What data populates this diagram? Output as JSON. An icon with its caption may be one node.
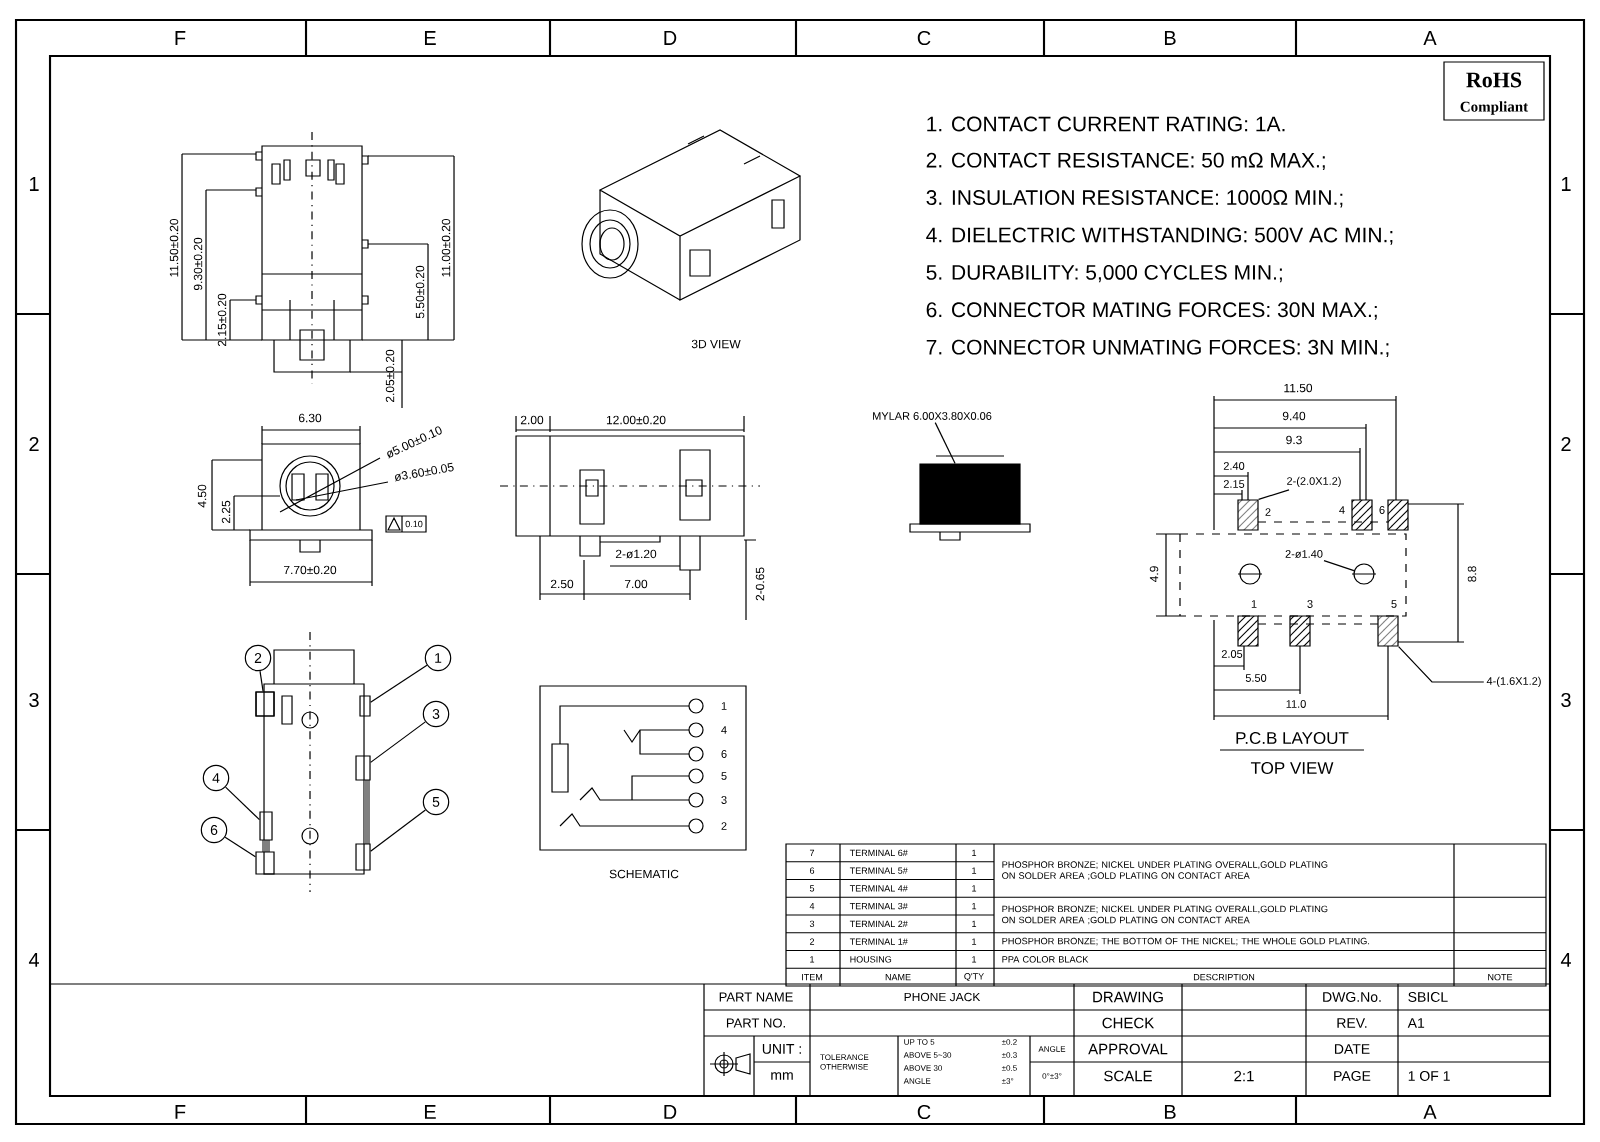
{
  "diagram": {
    "nodes": [
      {
        "text": [
          "2"
        ]
      },
      {
        "text": [
          "1"
        ]
      },
      {
        "text": [
          "3"
        ]
      },
      {
        "text": [
          "4"
        ]
      },
      {
        "text": [
          "5"
        ]
      },
      {
        "text": [
          "6"
        ]
      },
      {
        "text": [
          "MYLAR 6.00X3.80X0.06"
        ]
      },
      {
        "text": [
          "2-(2.0X1.2)"
        ]
      },
      {
        "text": [
          "2-ø1.40"
        ]
      },
      {
        "text": [
          "4-(1.6X1.2)"
        ]
      },
      {
        "text": [],
        "shape": "box"
      },
      {
        "text": [],
        "shape": "box"
      },
      {
        "text": [],
        "shape": "box"
      },
      {
        "text": [],
        "shape": "box"
      },
      {
        "text": [],
        "shape": "box"
      },
      {
        "text": [],
        "shape": "box"
      },
      {
        "text": [],
        "shape": "box"
      },
      {
        "text": [],
        "shape": "box"
      },
      {
        "text": [],
        "shape": "circle"
      },
      {
        "text": [],
        "shape": "box"
      }
    ],
    "edges": [
      {
        "from": 0,
        "to": 10,
        "arrow": "none"
      },
      {
        "from": 1,
        "to": 11,
        "arrow": "none"
      },
      {
        "from": 2,
        "to": 12,
        "arrow": "none"
      },
      {
        "from": 3,
        "to": 13,
        "arrow": "none"
      },
      {
        "from": 4,
        "to": 14,
        "arrow": "none"
      },
      {
        "from": 5,
        "to": 15,
        "arrow": "none"
      },
      {
        "from": 6,
        "to": 16,
        "arrow": "none"
      },
      {
        "from": 7,
        "to": 17,
        "arrow": "none"
      },
      {
        "from": 8,
        "to": 18,
        "arrow": "none"
      },
      {
        "from": 9,
        "to": 19,
        "arrow": "none"
      }
    ],
    "labels": [
      "F",
      "E",
      "D",
      "C",
      "B",
      "A",
      "1",
      "2",
      "3",
      "4",
      "1",
      "2",
      "3",
      "4",
      "RoHS",
      "Compliant",
      "1. CONTACT CURRENT RATING: 1A.",
      "2. CONTACT RESISTANCE: 50 mΩ MAX.;",
      "3. INSULATION RESISTANCE: 1000Ω MIN.;",
      "4. DIELECTRIC WITHSTANDING: 500V AC MIN.;",
      "5. DURABILITY: 5,000 CYCLES MIN.;",
      "6. CONNECTOR MATING FORCES: 30N MAX.;",
      "7. CONNECTOR UNMATING FORCES: 3N MIN.;",
      "11.50±0.20",
      "9.30±0.20",
      "2.15±0.20",
      "11.00±0.20",
      "5.50±0.20",
      "2.05±0.20",
      "3D VIEW",
      "6.30",
      "ø5.00±0.10",
      "ø3.60±0.05",
      "4.50",
      "2.25",
      "0.10",
      "7.70±0.20",
      "2.00",
      "12.00±0.20",
      "2-ø1.20",
      "2.50",
      "7.00",
      "2-0.65",
      "11.50",
      "9.40",
      "9.3",
      "2.40",
      "2.15",
      "2",
      "4",
      "6",
      "4.9",
      "8.8",
      "1",
      "3",
      "5",
      "2.05",
      "5.50",
      "11.0",
      "P.C.B LAYOUT",
      "TOP VIEW",
      "1",
      "4",
      "6",
      "5",
      "3",
      "2",
      "SCHEMATIC",
      "7",
      "TERMINAL 6#",
      "1",
      "PHOSPHOR BRONZE; NICKEL UNDER PLATING OVERALL,GOLD PLATING ON SOLDER AREA ;GOLD PLATING ON CONTACT AREA",
      "6",
      "TERMINAL 5#",
      "1",
      "5",
      "TERMINAL 4#",
      "1",
      "4",
      "TERMINAL 3#",
      "1",
      "PHOSPHOR BRONZE; NICKEL UNDER PLATING OVERALL,GOLD PLATING ON SOLDER AREA ;GOLD PLATING ON CONTACT AREA",
      "3",
      "TERMINAL 2#",
      "1",
      "2",
      "TERMINAL 1#",
      "1",
      "PHOSPHOR BRONZE; THE BOTTOM OF THE NICKEL; THE WHOLE GOLD PLATING.",
      "1",
      "HOUSING",
      "1",
      "PPA COLOR BLACK",
      "ITEM",
      "NAME",
      "Q'TY",
      "DESCRIPTION",
      "NOTE",
      "PART NAME",
      "PHONE JACK",
      "DRAWING",
      "DWG.No.",
      "SBICL",
      "PART NO.",
      "CHECK",
      "REV.",
      "A1",
      "UNIT :",
      "TOLERANCE OTHERWISE",
      "UP TO 5",
      "±0.2",
      "ABOVE 5~30",
      "±0.3",
      "ABOVE 30",
      "±0.5",
      "ANGLE",
      "±3°",
      "ANGLE",
      "0°±3°",
      "APPROVAL",
      "DATE",
      "mm",
      "SCALE",
      "2:1",
      "PAGE",
      "1 OF 1",
      "F",
      "E",
      "D",
      "C",
      "B",
      "A"
    ]
  }
}
